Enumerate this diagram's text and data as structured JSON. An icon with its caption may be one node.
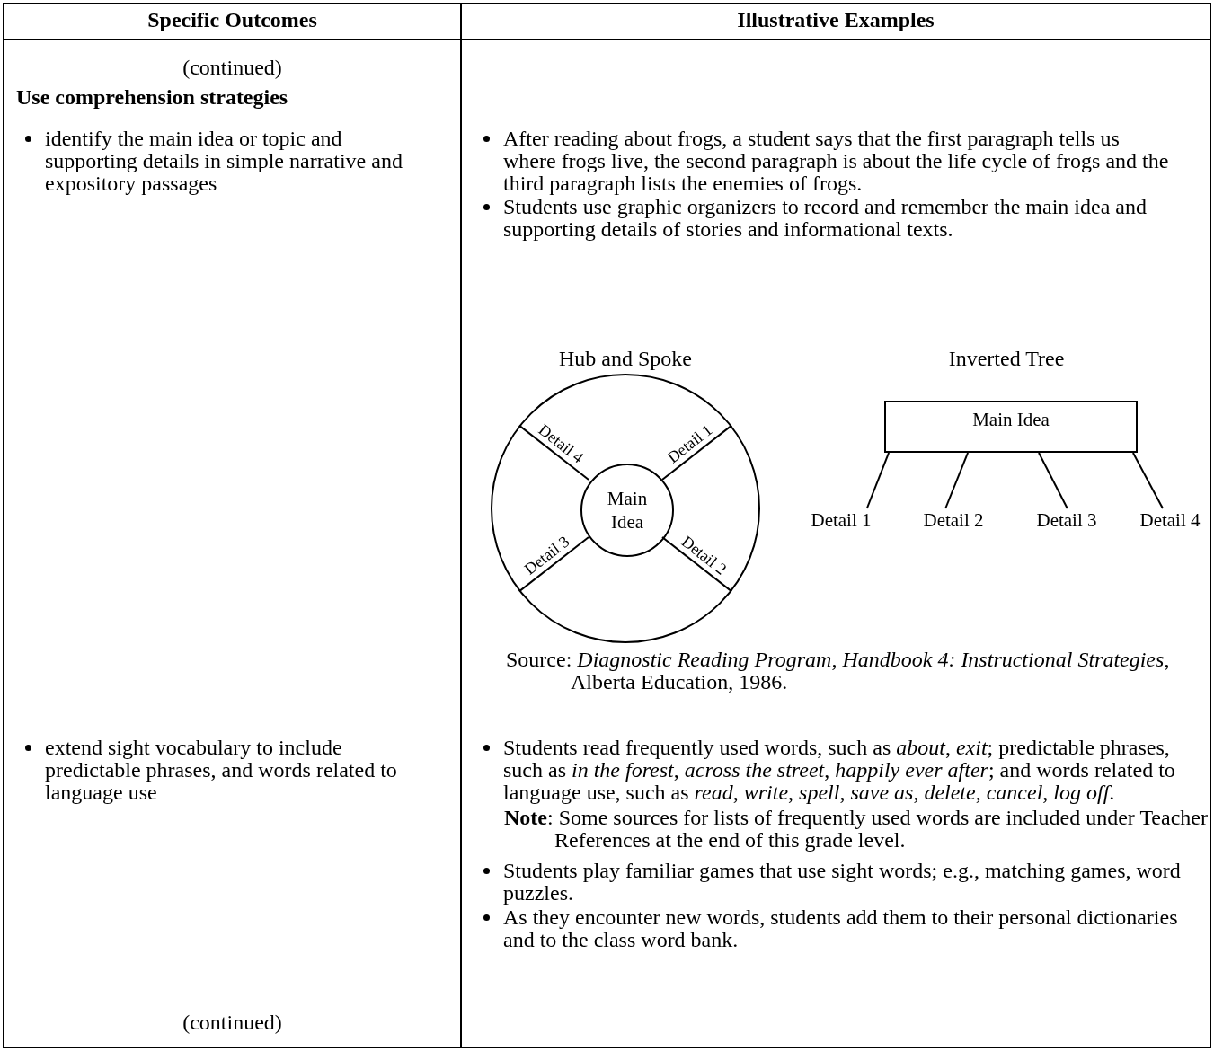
{
  "diagram": {
    "nodes": [
      {
        "text": [],
        "shape": "circle"
      },
      {
        "text": [
          "Main Idea"
        ],
        "in": 0
      },
      {
        "text": [
          "Main Idea"
        ]
      },
      {
        "text": [
          "Detail 1"
        ]
      },
      {
        "text": [
          "Detail 2"
        ]
      },
      {
        "text": [
          "Detail 3"
        ]
      },
      {
        "text": [
          "Detail 4"
        ]
      }
    ],
    "edges": [
      {
        "from": 1,
        "to": 0,
        "arrow": "none",
        "label": "Detail 1"
      },
      {
        "from": 1,
        "to": 0,
        "arrow": "none",
        "label": "Detail 2"
      },
      {
        "from": 1,
        "to": 0,
        "arrow": "none",
        "label": "Detail 3"
      },
      {
        "from": 1,
        "to": 0,
        "arrow": "none",
        "label": "Detail 4"
      },
      {
        "from": 2,
        "to": 3,
        "arrow": "none"
      },
      {
        "from": 2,
        "to": 4,
        "arrow": "none"
      },
      {
        "from": 2,
        "to": 5,
        "arrow": "none"
      },
      {
        "from": 2,
        "to": 6,
        "arrow": "none"
      }
    ],
    "labels": [
      "Specific Outcomes",
      "Illustrative Examples",
      "(continued)",
      "Use comprehension strategies",
      "identify the main idea or topic and supporting details in simple narrative and expository passages",
      "After reading about frogs, a student says that the first paragraph tells us where frogs live, the second paragraph is about the life cycle of frogs and the third paragraph lists the enemies of frogs.",
      "Students use graphic organizers to record and remember the main idea and supporting details of stories and informational texts.",
      "Hub and Spoke",
      "Inverted Tree",
      "Source:  *Diagnostic Reading Program, Handbook 4:  Instructional Strategies*, Alberta Education, 1986.",
      "extend sight vocabulary to include predictable phrases, and words related to language use",
      "Students read frequently used words, such as *about*, *exit*; predictable phrases, such as *in the forest*, *across the street*, *happily ever after*; and words related to language use, such as *read*, *write*, *spell*, *save as*, *delete*, *cancel*, *log off*.",
      "**Note**:  Some sources for lists of frequently used words are included under Teacher References at the end of this grade level.",
      "Students play familiar games that use sight words; e.g., matching games, word puzzles.",
      "As they encounter new words, students add them to their personal dictionaries and to the class word bank.",
      "(continued)"
    ]
  }
}
